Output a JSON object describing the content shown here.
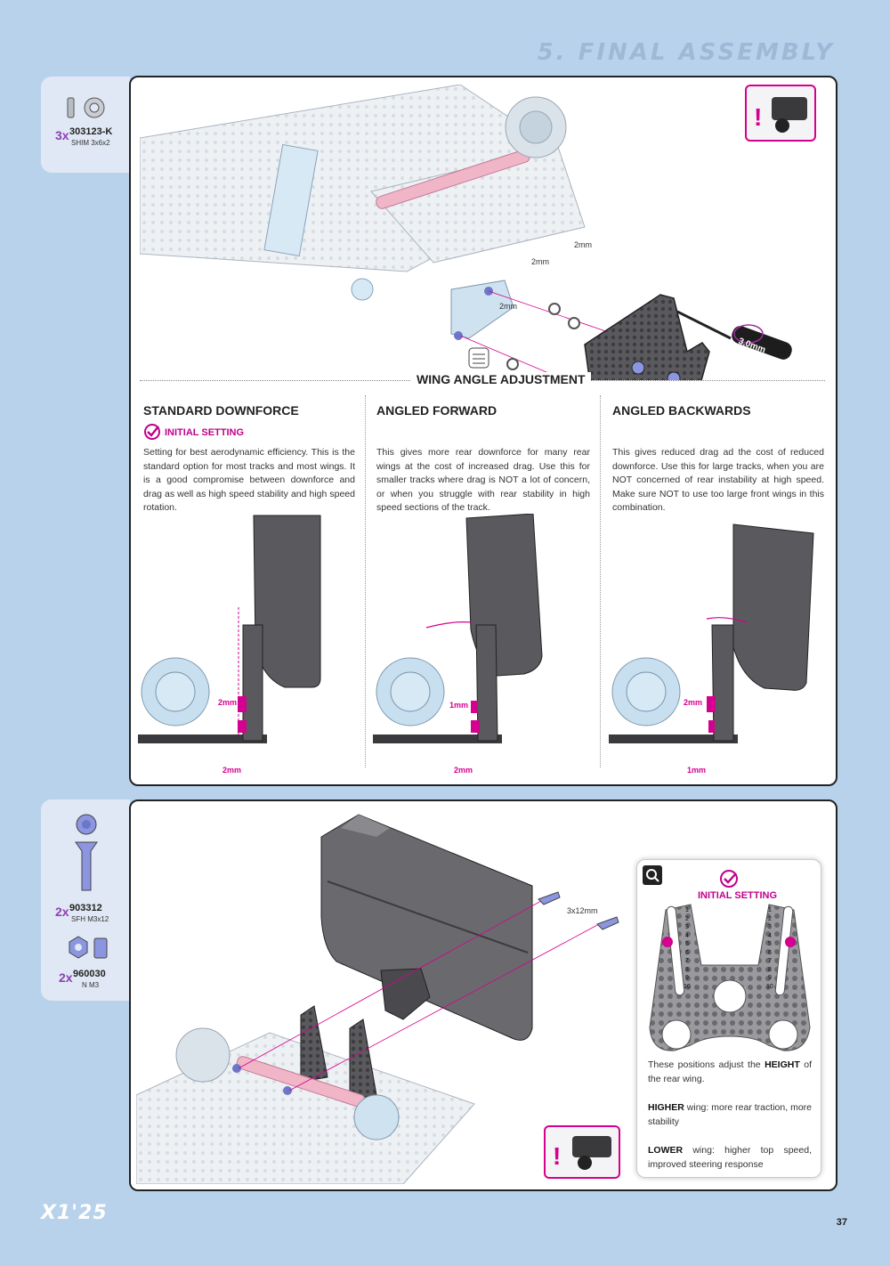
{
  "header": {
    "section_title": "5. FINAL ASSEMBLY"
  },
  "step1": {
    "parts": [
      {
        "qty": "3x",
        "part_no": "303123-K",
        "name": "SHIM 3x6x2",
        "icon": "shim-icon"
      }
    ],
    "callouts": {
      "shim_a": "2mm",
      "shim_b": "2mm",
      "shim_c": "2mm",
      "tool": "3.0mm"
    },
    "adjust_title": "WING ANGLE ADJUSTMENT",
    "columns": [
      {
        "heading": "STANDARD DOWNFORCE",
        "badge": "INITIAL SETTING",
        "text": "Setting for best aerodynamic efficiency. This is the standard option for most tracks and most wings. It is a good compromise between downforce and drag as well as high speed stability and high speed rotation.",
        "upper": "2mm",
        "lower": "2mm"
      },
      {
        "heading": "ANGLED FORWARD",
        "badge": "",
        "text": "This gives more rear downforce for many rear wings at the cost of increased drag. Use this for smaller tracks where drag is NOT a lot of concern, or when you struggle with rear stability in high speed sections of the track.",
        "upper": "1mm",
        "lower": "2mm"
      },
      {
        "heading": "ANGLED BACKWARDS",
        "badge": "",
        "text": "This gives reduced drag ad the cost of reduced downforce. Use this for large tracks, when you are NOT concerned of rear instability at high speed. Make sure NOT to use too large front wings in this combination.",
        "upper": "2mm",
        "lower": "1mm"
      }
    ]
  },
  "step2": {
    "parts": [
      {
        "qty": "2x",
        "part_no": "903312",
        "name": "SFH M3x12",
        "icon": "flat-head-screw-icon"
      },
      {
        "qty": "2x",
        "part_no": "960030",
        "name": "N M3",
        "icon": "nut-icon"
      }
    ],
    "screw_callout": "3x12mm",
    "info": {
      "badge": "INITIAL SETTING",
      "numbers": [
        "1",
        "2",
        "3",
        "4",
        "5",
        "6",
        "7",
        "8",
        "9",
        "10"
      ],
      "intro_pre": "These positions adjust the ",
      "intro_bold": "HEIGHT",
      "intro_post": " of the rear wing.",
      "higher_bold": "HIGHER",
      "higher_text": " wing: more rear traction, more stability",
      "lower_bold": "LOWER",
      "lower_text": " wing: higher top speed, improved steering response"
    }
  },
  "footer": {
    "logo": "X1'25",
    "page": "37"
  },
  "colors": {
    "accent_pink": "#d4008f",
    "accent_purple": "#8e3fb4",
    "background": "#b9d2ec"
  }
}
